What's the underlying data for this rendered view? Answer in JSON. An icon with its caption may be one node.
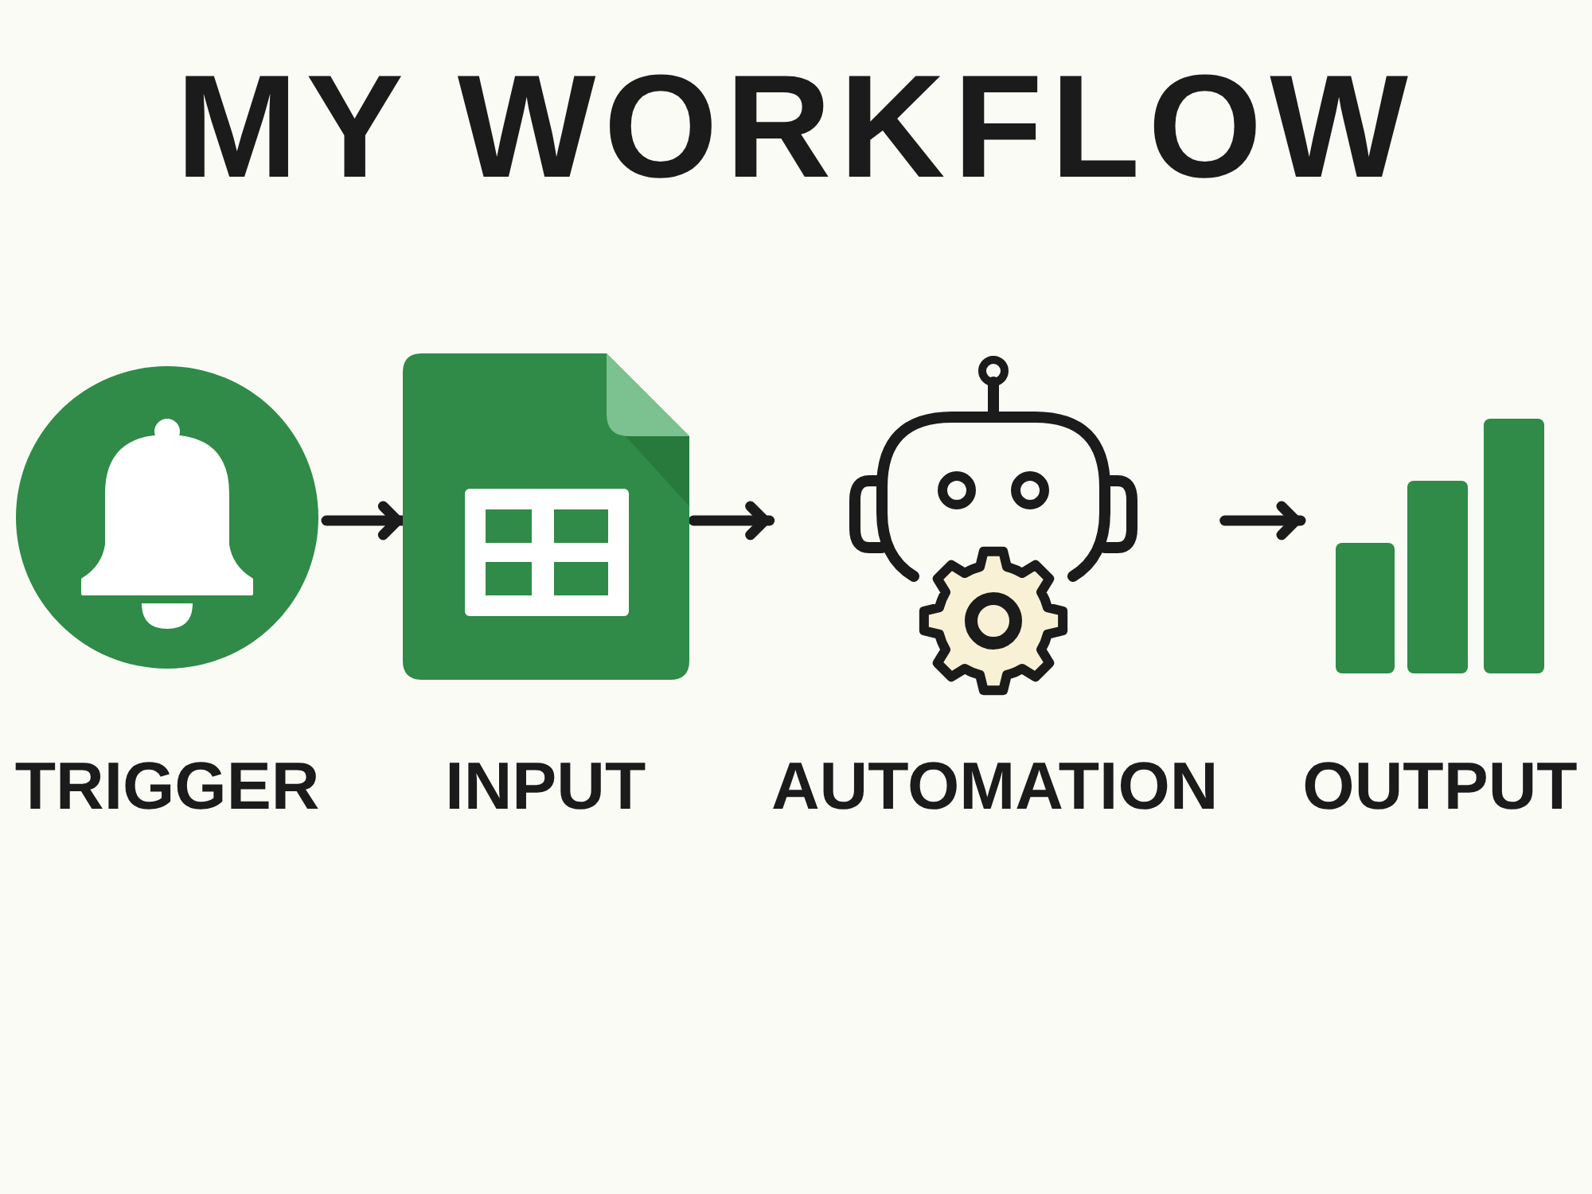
{
  "diagram": {
    "title": "MY WORKFLOW",
    "nodes": [
      {
        "text": [
          "TRIGGER"
        ]
      },
      {
        "text": [
          "INPUT"
        ]
      },
      {
        "text": [
          "AUTOMATION"
        ]
      },
      {
        "text": [
          "OUTPUT"
        ]
      }
    ],
    "edges": [
      {
        "from": 0,
        "to": 1,
        "arrow": "to"
      },
      {
        "from": 1,
        "to": 2,
        "arrow": "to"
      },
      {
        "from": 2,
        "to": 3,
        "arrow": "to"
      }
    ]
  }
}
